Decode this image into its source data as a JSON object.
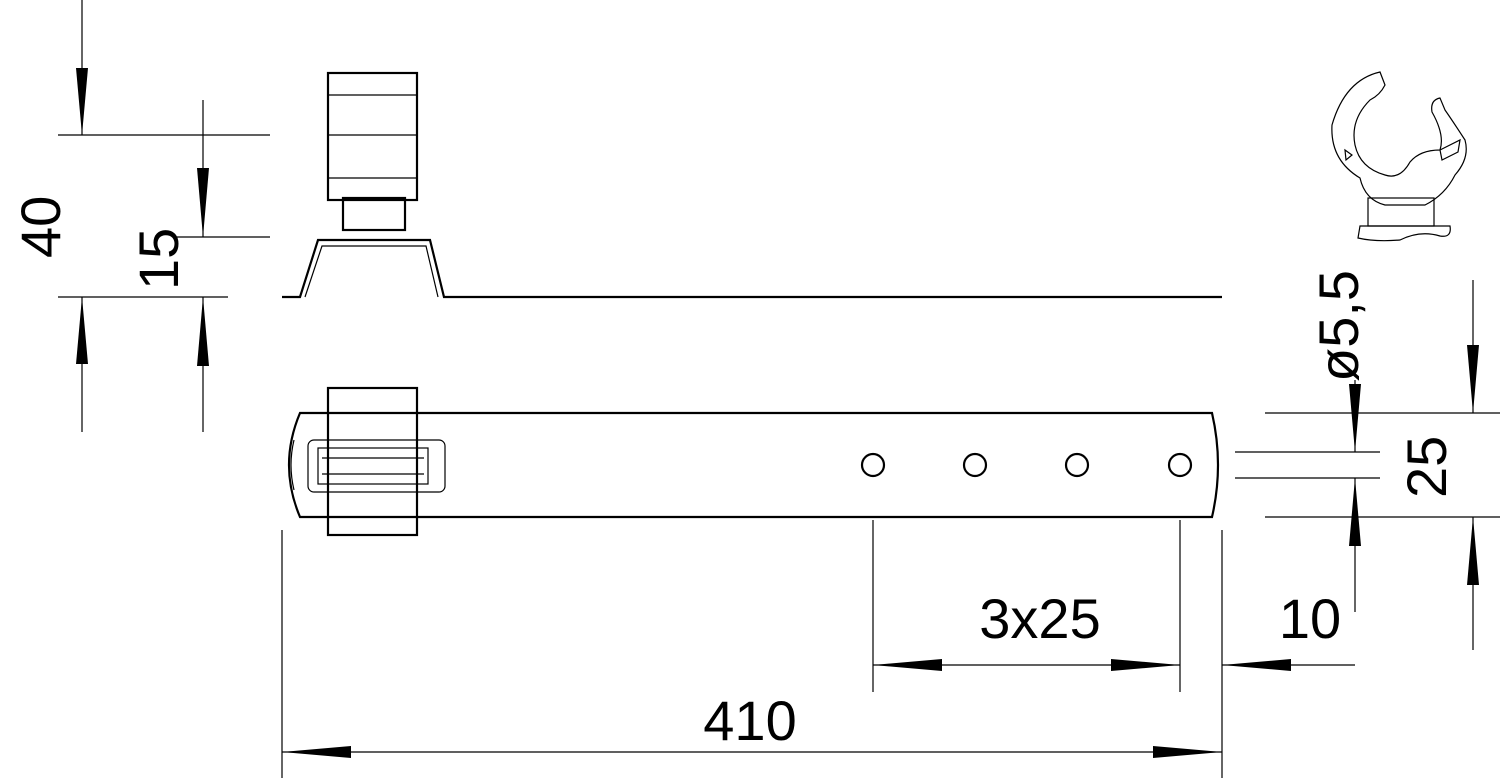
{
  "drawing": {
    "dimensions": {
      "height_total": "40",
      "height_profile": "15",
      "hole_diameter": "ø5,5",
      "strip_width": "25",
      "hole_spacing": "3x25",
      "end_offset": "10",
      "length_total": "410"
    },
    "line_color": "#000000",
    "background_color": "#ffffff"
  }
}
